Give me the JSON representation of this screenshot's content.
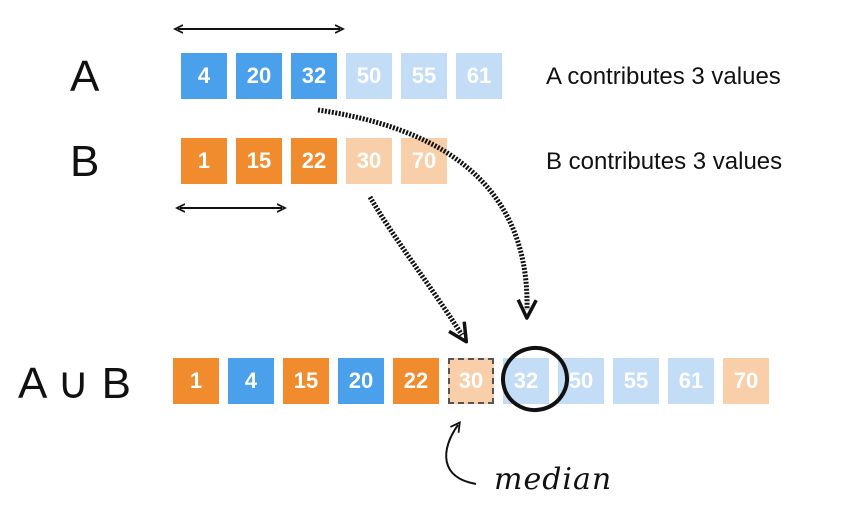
{
  "colors": {
    "a_strong": "#4aa0ea",
    "a_light": "#c3ddf6",
    "b_strong": "#f08c2e",
    "b_light": "#f8cfa8"
  },
  "row_a": {
    "label": "A",
    "caption": "A contributes 3 values",
    "cells": [
      {
        "value": "4",
        "style": "a_strong"
      },
      {
        "value": "20",
        "style": "a_strong"
      },
      {
        "value": "32",
        "style": "a_strong"
      },
      {
        "value": "50",
        "style": "a_light"
      },
      {
        "value": "55",
        "style": "a_light"
      },
      {
        "value": "61",
        "style": "a_light"
      }
    ]
  },
  "row_b": {
    "label": "B",
    "caption": "B contributes 3 values",
    "cells": [
      {
        "value": "1",
        "style": "b_strong"
      },
      {
        "value": "15",
        "style": "b_strong"
      },
      {
        "value": "22",
        "style": "b_strong"
      },
      {
        "value": "30",
        "style": "b_light"
      },
      {
        "value": "70",
        "style": "b_light"
      }
    ]
  },
  "row_union": {
    "label": "A ∪ B",
    "cells": [
      {
        "value": "1",
        "style": "b_strong"
      },
      {
        "value": "4",
        "style": "a_strong"
      },
      {
        "value": "15",
        "style": "b_strong"
      },
      {
        "value": "20",
        "style": "a_strong"
      },
      {
        "value": "22",
        "style": "b_strong"
      },
      {
        "value": "30",
        "style": "b_light",
        "dashed": true
      },
      {
        "value": "32",
        "style": "a_light",
        "circled": true
      },
      {
        "value": "50",
        "style": "a_light"
      },
      {
        "value": "55",
        "style": "a_light"
      },
      {
        "value": "61",
        "style": "a_light"
      },
      {
        "value": "70",
        "style": "b_light"
      }
    ]
  },
  "median_label": "median"
}
